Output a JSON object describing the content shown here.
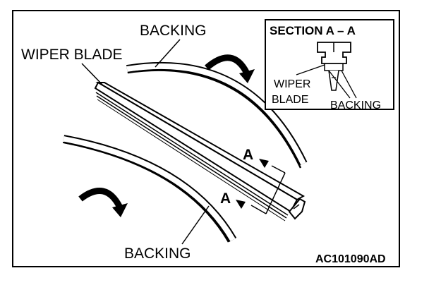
{
  "figure": {
    "labels": {
      "backing_top": "BACKING",
      "wiper_blade": "WIPER BLADE",
      "backing_bottom": "BACKING",
      "section_marker_upper": "A",
      "section_marker_lower": "A"
    },
    "inset": {
      "title": "SECTION A – A",
      "wiper_label_line1": "WIPER",
      "wiper_label_line2": "BLADE",
      "backing_label": "BACKING"
    },
    "figure_code": "AC101090AD"
  }
}
